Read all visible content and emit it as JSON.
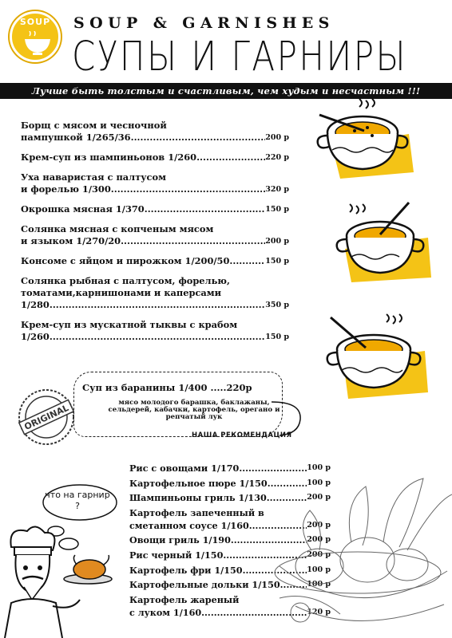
{
  "header": {
    "logo_text": "SOUP",
    "title_en": "SOUP & GARNISHES",
    "title_ru": "СУПЫ И ГАРНИРЫ",
    "slogan": "Лучше быть толстым и счастливым, чем худым и несчастным !!!"
  },
  "soups": [
    {
      "lines": [
        "Борщ с мясом и чесночной",
        "пампушкой      1/265/36"
      ],
      "price": "200 р"
    },
    {
      "lines": [
        "Крем-суп из шампиньонов  1/260"
      ],
      "price": "220 р"
    },
    {
      "lines": [
        "Уха наваристая с палтусом",
        "и форелью      1/300"
      ],
      "price": "320 р"
    },
    {
      "lines": [
        "Окрошка мясная  1/370"
      ],
      "price": "150 р"
    },
    {
      "lines": [
        "Солянка мясная с копченым мясом",
        "и языком      1/270/20"
      ],
      "price": "200 р"
    },
    {
      "lines": [
        "Консоме с яйцом и пирожком  1/200/50"
      ],
      "price": "150 р"
    },
    {
      "lines": [
        "Солянка рыбная с палтусом, форелью,",
        "томатами,карнишонами и каперсами",
        "1/280"
      ],
      "price": "350 р"
    },
    {
      "lines": [
        "Крем-суп из мускатной тыквы с крабом",
        "1/260"
      ],
      "price": "150 р"
    }
  ],
  "recommendation": {
    "title": "Суп из баранины  1/400 .....220р",
    "description": "мясо молодого барашка, баклажаны, сельдерей, кабачки, картофель, орегано и репчатый лук",
    "note": "НАША РЕКОМЕНДАЦИЯ",
    "stamp": "ORIGINAL"
  },
  "garnish_prompt": "что на гарнир ?",
  "garnishes": [
    {
      "lines": [
        "Рис с овощами  1/170"
      ],
      "price": "100 р"
    },
    {
      "lines": [
        "Картофельное пюре  1/150"
      ],
      "price": "100 р"
    },
    {
      "lines": [
        "Шампиньоны гриль  1/130"
      ],
      "price": "200 р"
    },
    {
      "lines": [
        "Картофель запеченный в",
        "сметанном соусе   1/160"
      ],
      "price": "200 р"
    },
    {
      "lines": [
        "Овощи гриль  1/190"
      ],
      "price": "200 р"
    },
    {
      "lines": [
        "Рис черный  1/150"
      ],
      "price": "200 р"
    },
    {
      "lines": [
        "Картофель фри  1/150"
      ],
      "price": "100 р"
    },
    {
      "lines": [
        "Картофельные дольки  1/150"
      ],
      "price": "100 р"
    },
    {
      "lines": [
        "Картофель жареный",
        "с луком  1/160"
      ],
      "price": "120 р"
    }
  ],
  "colors": {
    "accent": "#f4c316",
    "ink": "#111111",
    "banner": "#111111"
  }
}
